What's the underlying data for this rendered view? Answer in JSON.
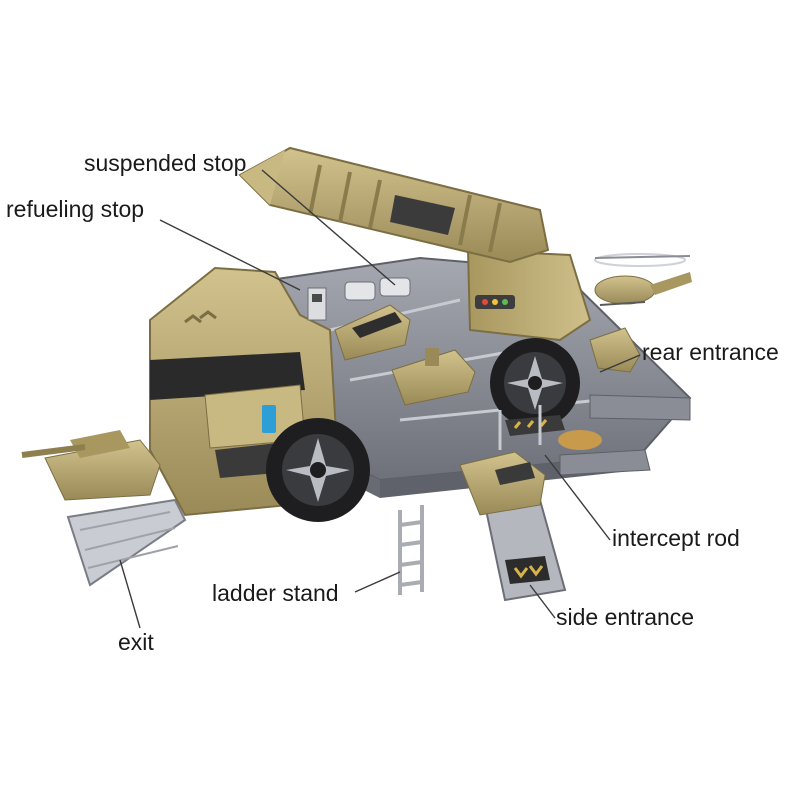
{
  "labels": {
    "suspended_stop": "suspended stop",
    "refueling_stop": "refueling stop",
    "rear_entrance": "rear entrance",
    "intercept_rod": "intercept rod",
    "ladder_stand": "ladder stand",
    "side_entrance": "side entrance",
    "exit": "exit"
  },
  "colors": {
    "body_khaki": "#bfae78",
    "body_khaki_dark": "#8e7f4f",
    "track_gray": "#7d8088",
    "track_gray_light": "#a9acb3",
    "wheel_black": "#1e1e20",
    "wheel_rim": "#b9bcc2",
    "leader_line": "#3a3a3a",
    "text": "#1a1a1a"
  }
}
